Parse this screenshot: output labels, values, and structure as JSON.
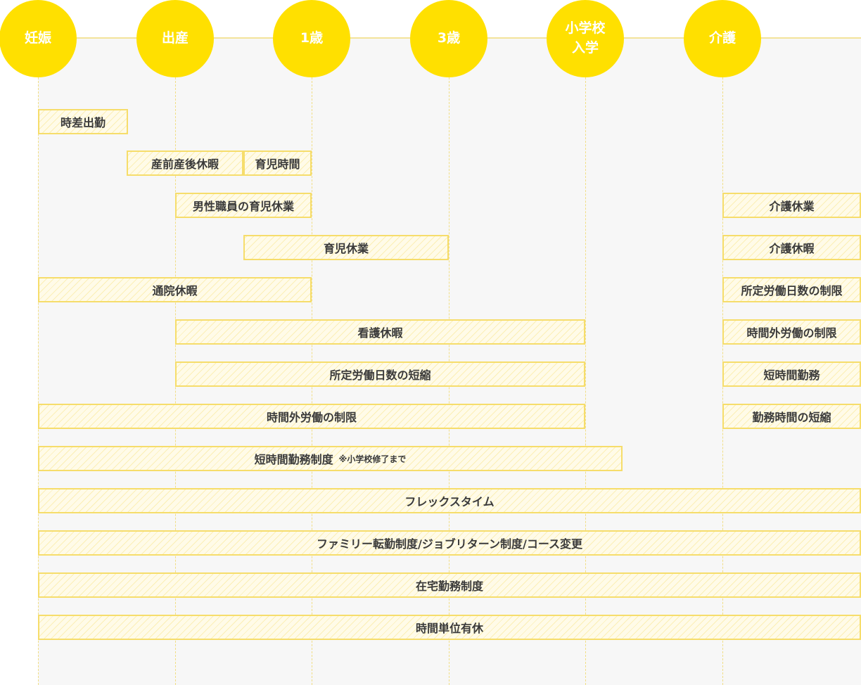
{
  "stages": [
    {
      "label": "妊娠"
    },
    {
      "label": "出産"
    },
    {
      "label": "1歳"
    },
    {
      "label": "3歳"
    },
    {
      "label": "小学校\n入学"
    },
    {
      "label": "介護"
    }
  ],
  "bars": [
    {
      "label": "時差出勤",
      "start": 0,
      "end": 0.66
    },
    {
      "label": "産前産後休暇",
      "start": 0.65,
      "end": 1.5
    },
    {
      "label": "育児時間",
      "start": 1.5,
      "end": 2
    },
    {
      "label": "男性職員の育児休業",
      "start": 1,
      "end": 2
    },
    {
      "label": "介護休業",
      "start": 5,
      "end": 6
    },
    {
      "label": "育児休業",
      "start": 1.5,
      "end": 3
    },
    {
      "label": "介護休暇",
      "start": 5,
      "end": 6
    },
    {
      "label": "通院休暇",
      "start": 0,
      "end": 2
    },
    {
      "label": "所定労働日数の制限",
      "start": 5,
      "end": 6
    },
    {
      "label": "看護休暇",
      "start": 1,
      "end": 4
    },
    {
      "label": "時間外労働の制限",
      "start": 5,
      "end": 6
    },
    {
      "label": "所定労働日数の短縮",
      "start": 1,
      "end": 4
    },
    {
      "label": "短時間勤務",
      "start": 5,
      "end": 6
    },
    {
      "label": "時間外労働の制限",
      "start": 0,
      "end": 4
    },
    {
      "label": "勤務時間の短縮",
      "start": 5,
      "end": 6
    },
    {
      "label": "短時間勤務制度",
      "note": "※小学校修了まで",
      "start": 0,
      "end": 4.27
    },
    {
      "label": "フレックスタイム",
      "start": 0,
      "end": 6
    },
    {
      "label": "ファミリー転勤制度/ジョブリターン制度/コース変更",
      "start": 0,
      "end": 6
    },
    {
      "label": "在宅勤務制度",
      "start": 0,
      "end": 6
    },
    {
      "label": "時間単位有休",
      "start": 0,
      "end": 6
    }
  ]
}
